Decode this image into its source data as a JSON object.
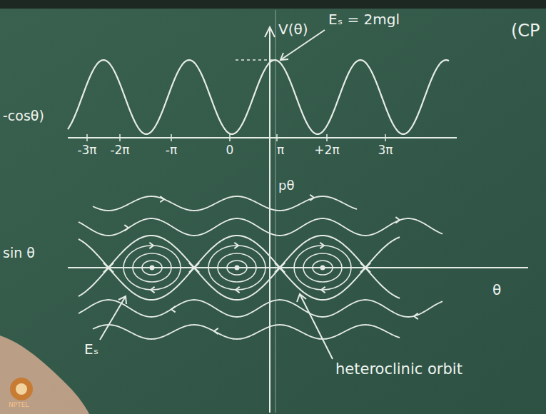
{
  "diagram": {
    "labels": [
      "V(θ)",
      "Eₛ = 2mgl",
      "(CP",
      "-3π",
      "-2π",
      "-π",
      "0",
      "π",
      "+2π",
      "3π",
      "-cosθ)",
      "sin θ",
      "pθ",
      "θ",
      "Eₛ",
      "heteroclinic orbit",
      "NPTEL"
    ]
  }
}
